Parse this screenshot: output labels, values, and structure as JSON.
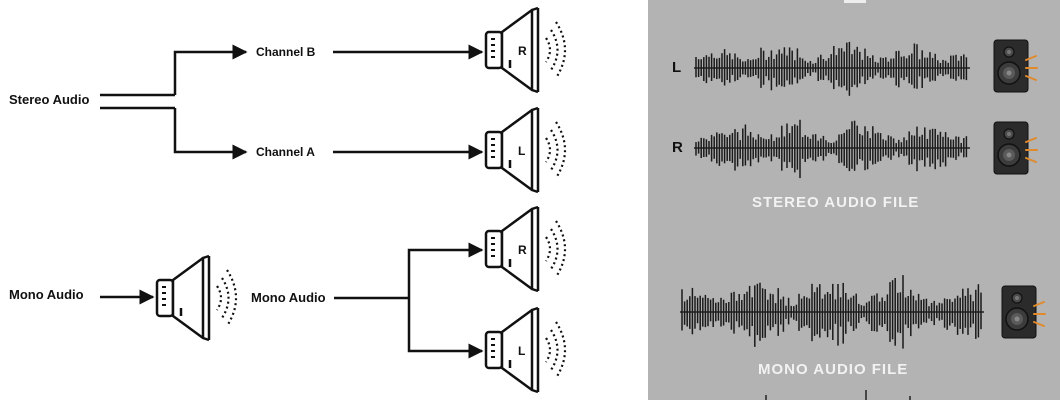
{
  "stereo_diagram": {
    "input_label": "Stereo Audio",
    "channel_b_label": "Channel B",
    "channel_a_label": "Channel A",
    "speaker_top_letter": "R",
    "speaker_bottom_letter": "L"
  },
  "mono_diagram": {
    "input_label": "Mono Audio",
    "middle_label": "Mono Audio",
    "speaker_top_letter": "R",
    "speaker_bottom_letter": "L"
  },
  "right_panel": {
    "left_track_label": "L",
    "right_track_label": "R",
    "stereo_caption": "STEREO AUDIO FILE",
    "mono_caption": "MONO AUDIO FILE"
  },
  "colors": {
    "line": "#111111",
    "panel_bg": "#b3b3b3",
    "caption": "#f2f2f2",
    "speaker_box": "#2b2b2b",
    "speaker_spark": "#e08a2c"
  }
}
